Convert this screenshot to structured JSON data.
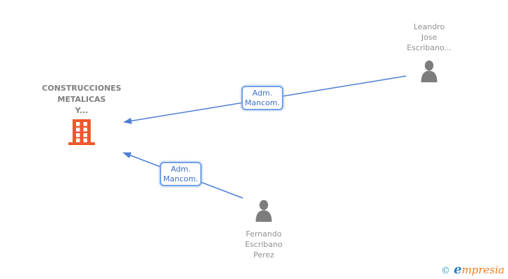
{
  "company": {
    "name_lines": [
      "CONSTRUCCIONES",
      "METALICAS",
      "Y..."
    ],
    "icon": "building-icon"
  },
  "person_top": {
    "name_lines": [
      "Leandro",
      "Jose",
      "Escribano..."
    ],
    "icon": "person-icon"
  },
  "person_bottom": {
    "name_lines": [
      "Fernando",
      "Escribano",
      "Perez"
    ],
    "icon": "person-icon"
  },
  "edges": {
    "top": {
      "label_lines": [
        "Adm.",
        "Mancom."
      ],
      "from": "person_top",
      "to": "company"
    },
    "bottom": {
      "label_lines": [
        "Adm.",
        "Mancom."
      ],
      "from": "person_bottom",
      "to": "company"
    }
  },
  "footer": {
    "copyright": "©",
    "brand_first_letter": "e",
    "brand_rest": "mpresia"
  },
  "colors": {
    "edge_blue": "#4c7ed8",
    "label_border_blue": "#73a1e4",
    "label_text_blue": "#3c70c8",
    "company_text_gray": "#7e7e7e",
    "person_text_gray": "#909090",
    "person_icon_gray": "#7d7d7d",
    "building_orange": "#f2562c",
    "logo_orange": "#ee7c1f",
    "logo_blue": "#2b7fc0"
  }
}
